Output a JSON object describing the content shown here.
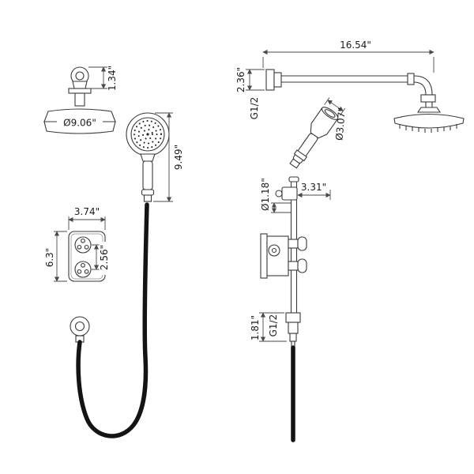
{
  "page": {
    "background": "#ffffff",
    "line_color": "#3a3a3a",
    "hose_color": "#141414",
    "description": "shower-system-dimension-diagram"
  },
  "dims": {
    "ball_joint_height": "1.34\"",
    "head_diameter": "Ø9.06\"",
    "hand_shower_length": "9.49\"",
    "valve_width": "3.74\"",
    "valve_height": "6.3\"",
    "knob_spacing": "2.56\"",
    "arm_length": "16.54\"",
    "wall_flange_height": "2.36\"",
    "arm_thread": "G1/2",
    "hand_shower_diameter": "Ø3.07\"",
    "slide_bar_diameter": "Ø1.18\"",
    "bracket_reach": "3.31\"",
    "outlet_height": "1.81\"",
    "outlet_thread": "G1/2"
  }
}
